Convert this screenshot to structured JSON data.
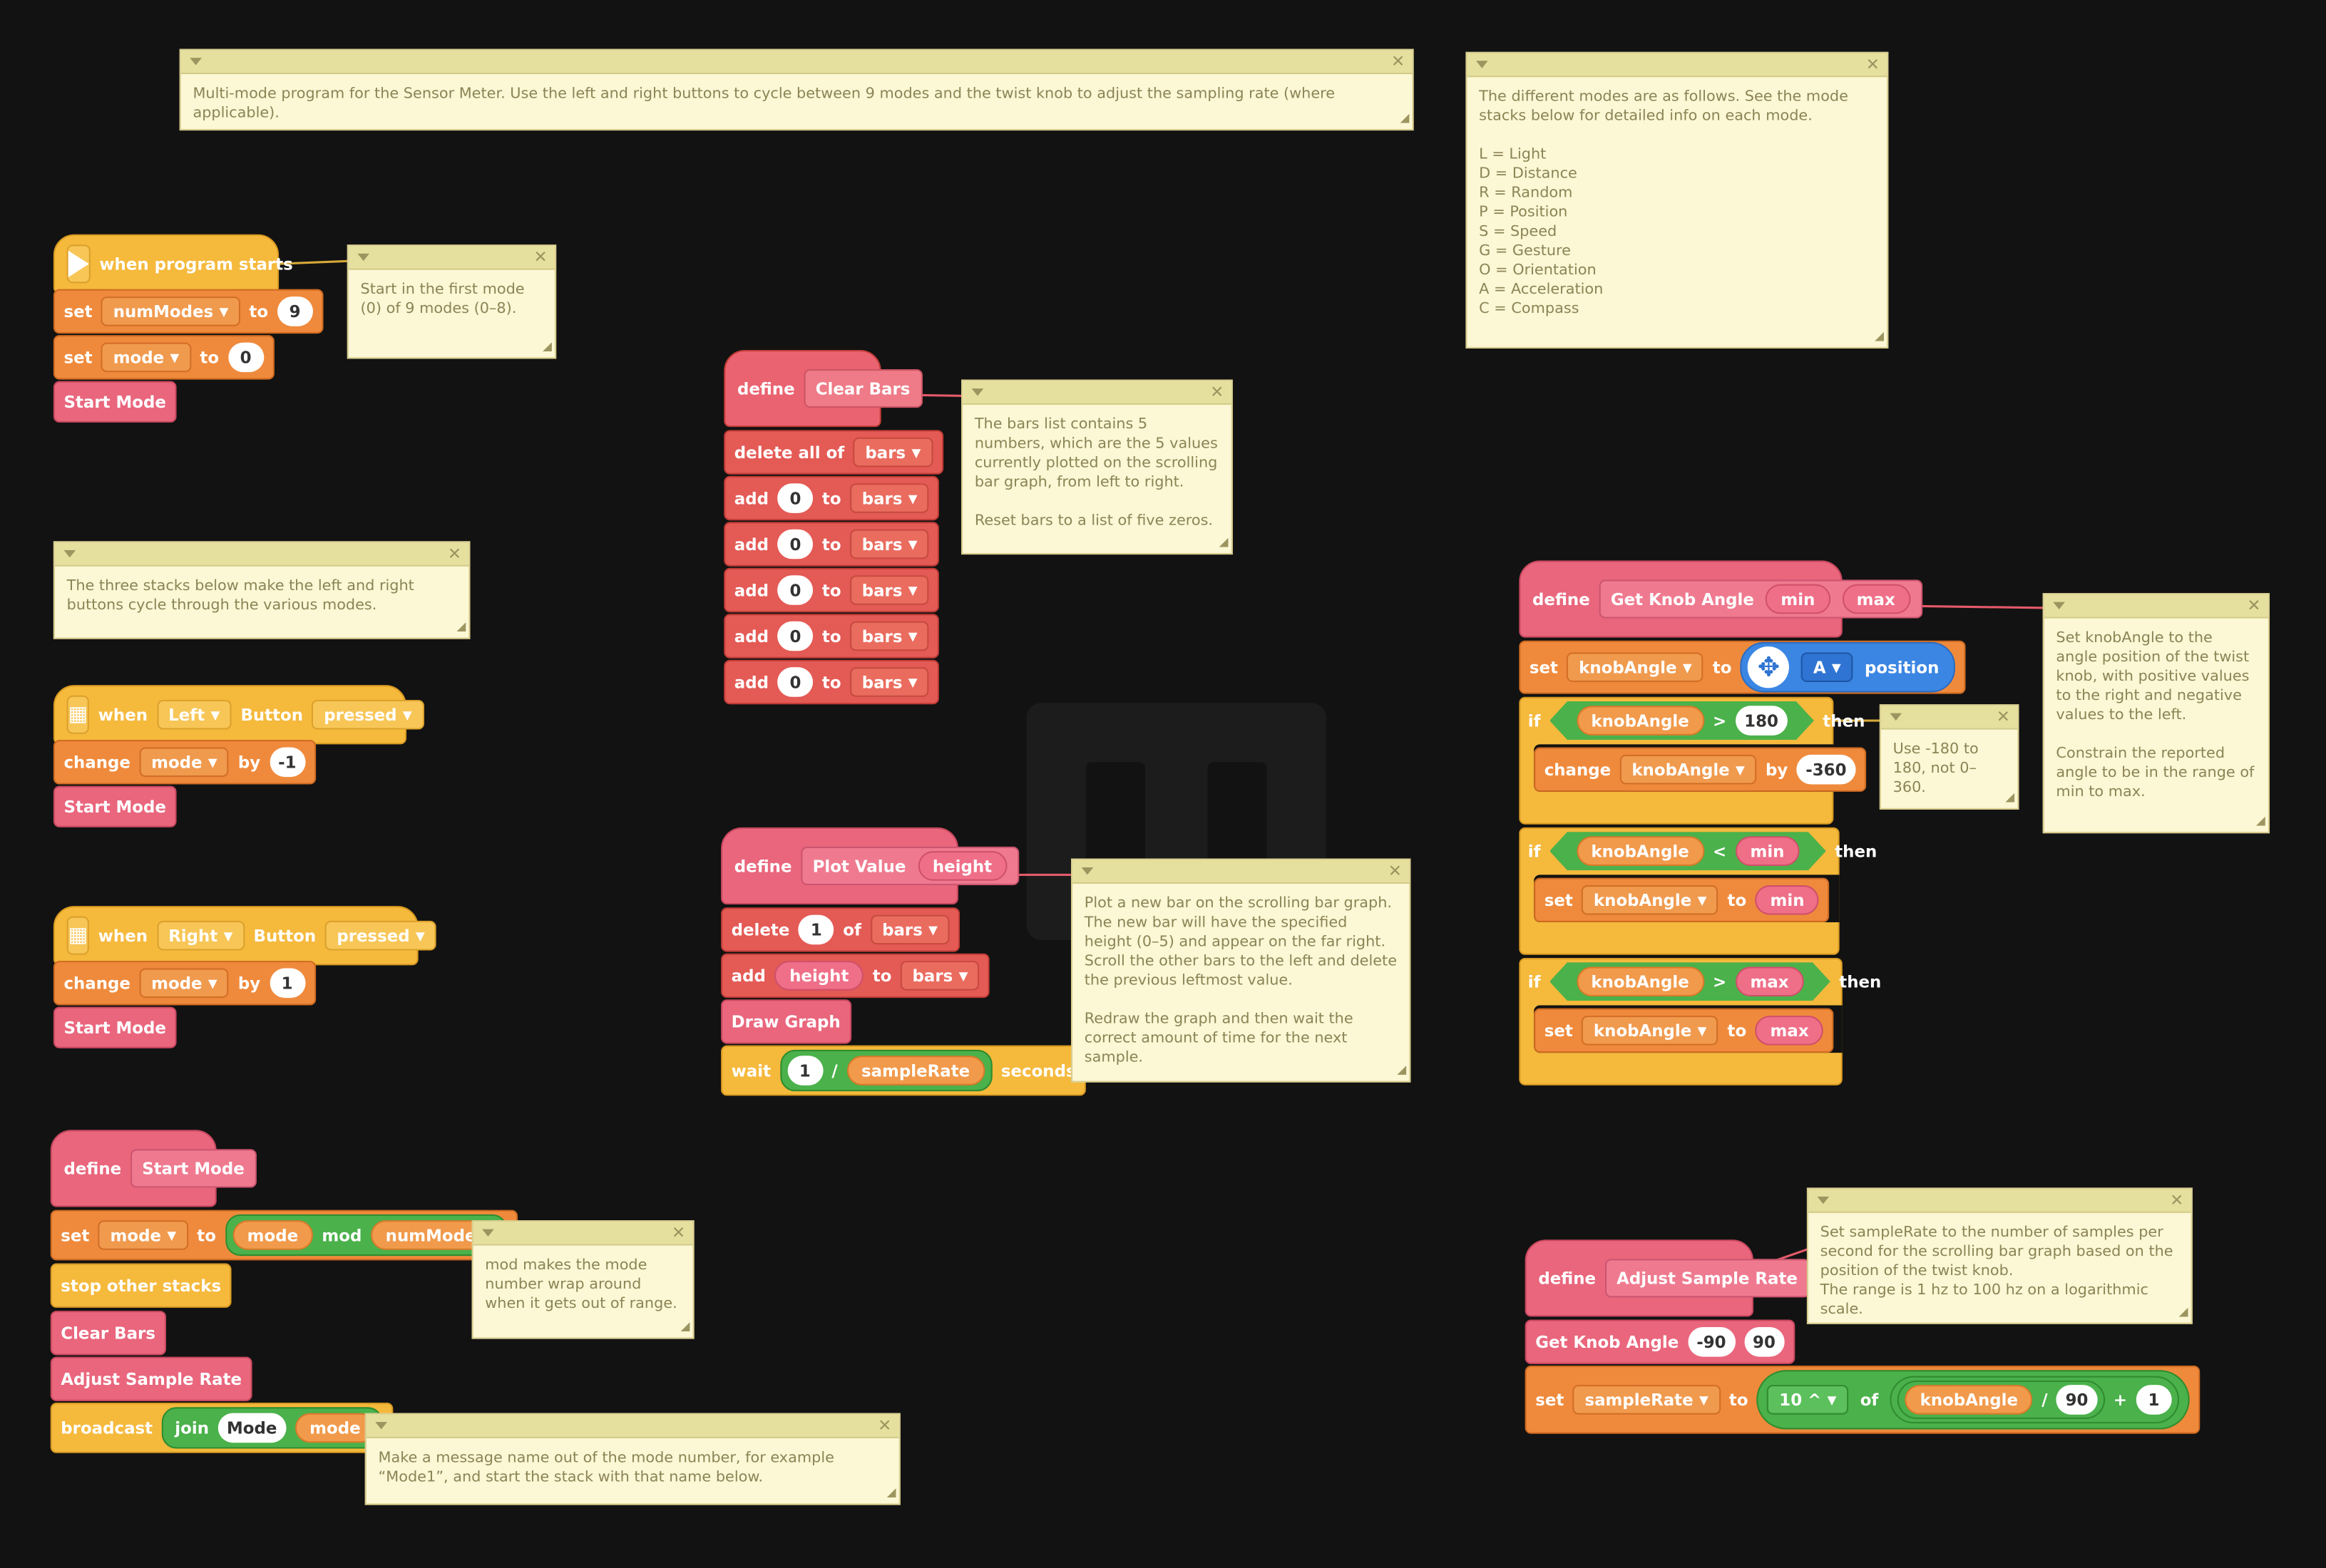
{
  "colors": {
    "background": "#121212",
    "event": "#f5b93c",
    "data": "#ef8a3c",
    "list": "#e45a55",
    "custom": "#e9667d",
    "operator": "#4bb14b",
    "sensing": "#3b86e3",
    "comment": "#fcf7d4"
  },
  "comments": {
    "intro": "Multi-mode program for the Sensor Meter. Use the left and right buttons to cycle between 9 modes and the twist knob to adjust the sampling rate (where applicable).",
    "modes": "The different modes are as follows. See the mode stacks below for detailed info on each mode.\n\n    L = Light\n    D = Distance\n    R = Random\n    P = Position\n    S = Speed\n    G = Gesture\n    O = Orientation\n    A = Acceleration\n    C = Compass",
    "start": "Start in the first mode (0) of 9 modes (0–8).",
    "three": "The three stacks below make the left and right buttons cycle through the various modes.",
    "bars": "The bars list contains 5 numbers, which are the 5 values currently plotted on the scrolling bar graph, from left to right.\n\nReset bars to a list of five zeros.",
    "plot": "Plot a new bar on the scrolling bar graph. The new bar will have the specified height (0–5) and appear on the far right. Scroll the other bars to the left and delete the previous leftmost value.\n\nRedraw the graph and then wait the correct amount of time for the next sample.",
    "knob": "Set knobAngle to the angle position of the twist knob, with positive values to the right and negative values to the left.\n\nConstrain the reported angle to be in the range of min to max.",
    "range": "Use -180 to 180, not 0–360.",
    "mod": "mod makes the mode number wrap around when it gets out of range.",
    "broadcast": "Make a message name out of the mode number, for example “Mode1”, and start the stack with that name below.",
    "rate": "Set sampleRate to the number of samples per second for the scrolling bar graph based on the position of the twist knob.\nThe range is 1 hz to 100 hz on a logarithmic scale."
  },
  "labels": {
    "when_program_starts": "when program starts",
    "set": "set",
    "to": "to",
    "change": "change",
    "by": "by",
    "start_mode": "Start Mode",
    "when": "when",
    "button": "Button",
    "define": "define",
    "delete_all_of": "delete all of",
    "add": "add",
    "delete": "delete",
    "of": "of",
    "draw_graph": "Draw Graph",
    "wait": "wait",
    "seconds": "seconds",
    "slash": "/",
    "if": "if",
    "then": "then",
    "gt": ">",
    "lt": "<",
    "position": "position",
    "mod": "mod",
    "stop_other_stacks": "stop other stacks",
    "clear_bars": "Clear Bars",
    "adjust_sample_rate": "Adjust Sample Rate",
    "broadcast": "broadcast",
    "join": "join",
    "plot_value": "Plot Value",
    "get_knob_angle": "Get Knob Angle",
    "plus": "+"
  },
  "vars": {
    "numModes": "numModes",
    "mode": "mode",
    "bars": "bars",
    "knobAngle": "knobAngle",
    "sampleRate": "sampleRate"
  },
  "params": {
    "min": "min",
    "max": "max",
    "height": "height"
  },
  "dropdowns": {
    "left": "Left",
    "right": "Right",
    "pressed": "pressed",
    "port": "A",
    "power": "10 ^"
  },
  "values": {
    "nine": "9",
    "zero": "0",
    "neg1": "-1",
    "one": "1",
    "n180": "180",
    "nneg360": "-360",
    "nneg90": "-90",
    "n90": "90",
    "mode_text": "Mode"
  }
}
